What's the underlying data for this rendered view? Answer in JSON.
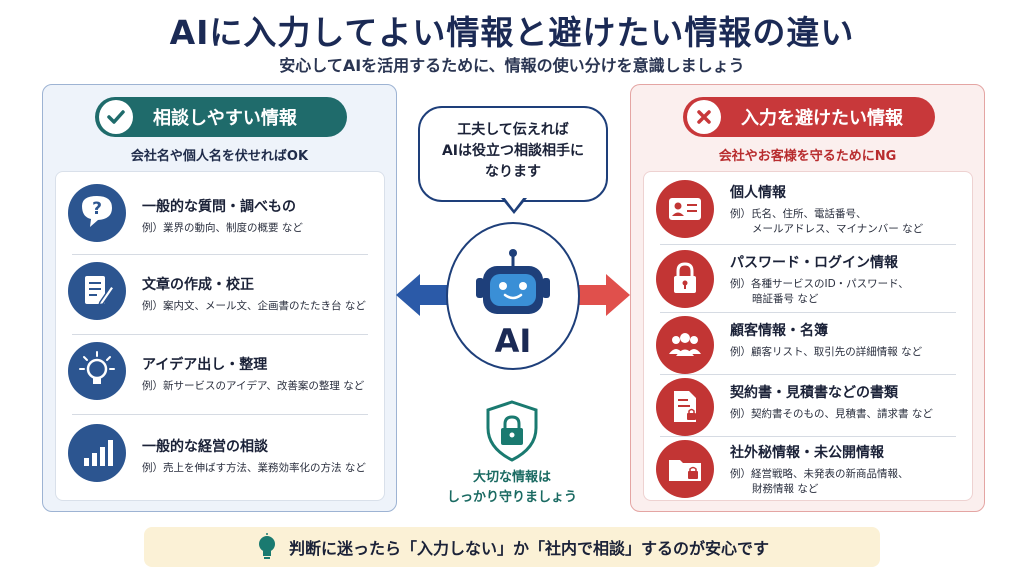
{
  "title": "AIに入力してよい情報と避けたい情報の違い",
  "subtitle": "安心してAIを活用するために、情報の使い分けを意識しましょう",
  "left_panel": {
    "heading": "相談しやすい情報",
    "note": "会社名や個人名を伏せればOK",
    "items": [
      {
        "title": "一般的な質問・調べもの",
        "desc": "例）業界の動向、制度の概要 など",
        "icon": "question-bubble-icon"
      },
      {
        "title": "文章の作成・校正",
        "desc": "例）案内文、メール文、企画書のたたき台 など",
        "icon": "document-pen-icon"
      },
      {
        "title": "アイデア出し・整理",
        "desc": "例）新サービスのアイデア、改善案の整理 など",
        "icon": "lightbulb-icon"
      },
      {
        "title": "一般的な経営の相談",
        "desc": "例）売上を伸ばす方法、業務効率化の方法 など",
        "icon": "bar-chart-icon"
      }
    ]
  },
  "right_panel": {
    "heading": "入力を避けたい情報",
    "note": "会社やお客様を守るためにNG",
    "items": [
      {
        "title": "個人情報",
        "desc1": "例）氏名、住所、電話番号、",
        "desc2": "メールアドレス、マイナンバー など",
        "icon": "id-card-icon"
      },
      {
        "title": "パスワード・ログイン情報",
        "desc1": "例）各種サービスのID・パスワード、",
        "desc2": "暗証番号 など",
        "icon": "padlock-icon"
      },
      {
        "title": "顧客情報・名簿",
        "desc1": "例）顧客リスト、取引先の詳細情報 など",
        "desc2": "",
        "icon": "people-icon"
      },
      {
        "title": "契約書・見積書などの書類",
        "desc1": "例）契約書そのもの、見積書、請求書 など",
        "desc2": "",
        "icon": "locked-document-icon"
      },
      {
        "title": "社外秘情報・未公開情報",
        "desc1": "例）経営戦略、未発表の新商品情報、",
        "desc2": "財務情報 など",
        "icon": "locked-folder-icon"
      }
    ]
  },
  "center": {
    "bubble_line1": "工夫して伝えれば",
    "bubble_line2": "AIは役立つ相談相手に",
    "bubble_line3": "なります",
    "ai_label": "AI",
    "shield_line1": "大切な情報は",
    "shield_line2": "しっかり守りましょう"
  },
  "footer": {
    "text": "判断に迷ったら「入力しない」か「社内で相談」するのが安心です"
  },
  "colors": {
    "navy": "#1b2a55",
    "teal": "#1f6b6b",
    "blue_icon": "#2c5590",
    "red": "#c8383a",
    "arrow_blue": "#2b5aa8",
    "arrow_red": "#e0504c",
    "footer_bg": "#fbf1d6"
  }
}
